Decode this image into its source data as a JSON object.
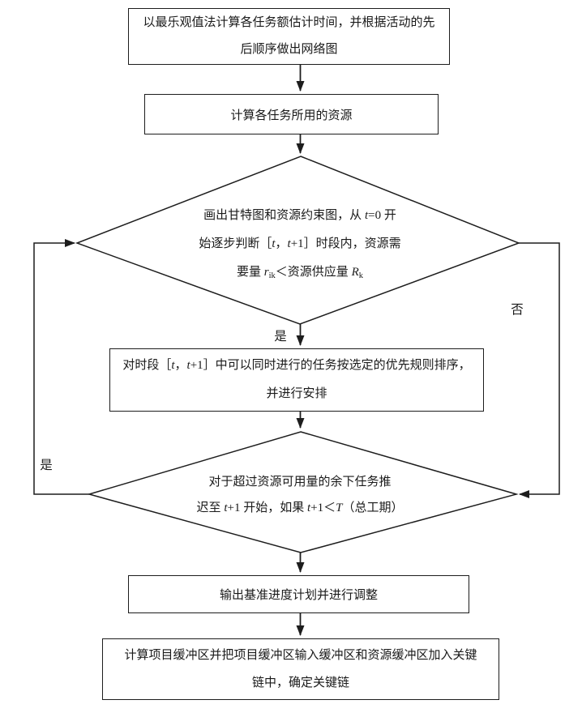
{
  "box1": {
    "line1": "以最乐观值法计算各任务额估计时间，并根据活动的先",
    "line2": "后顺序做出网络图"
  },
  "box2": {
    "line1": "计算各任务所用的资源"
  },
  "diamond1": {
    "line1": [
      {
        "t": "画出甘特图和资源约束图，从 "
      },
      {
        "t": "t",
        "s": "i"
      },
      {
        "t": "=0 开"
      }
    ],
    "line2": [
      {
        "t": "始逐步判断［"
      },
      {
        "t": "t",
        "s": "i"
      },
      {
        "t": "，"
      },
      {
        "t": "t",
        "s": "i"
      },
      {
        "t": "+1］时段内，资源需"
      }
    ],
    "line3": [
      {
        "t": "要量 "
      },
      {
        "t": "r",
        "s": "i"
      },
      {
        "t": "ik",
        "s": "sub"
      },
      {
        "t": "＜资源供应量 "
      },
      {
        "t": "R",
        "s": "i"
      },
      {
        "t": "k",
        "s": "sub"
      }
    ]
  },
  "box3": {
    "line1": [
      {
        "t": "对时段［"
      },
      {
        "t": "t",
        "s": "i"
      },
      {
        "t": "，"
      },
      {
        "t": "t",
        "s": "i"
      },
      {
        "t": "+1］中可以同时进行的任务按选定的优先规则排序，"
      }
    ],
    "line2": [
      {
        "t": "并进行安排"
      }
    ]
  },
  "diamond2": {
    "line1": [
      {
        "t": "对于超过资源可用量的余下任务推"
      }
    ],
    "line2": [
      {
        "t": "迟至 "
      },
      {
        "t": "t",
        "s": "i"
      },
      {
        "t": "+1 开始，如果 "
      },
      {
        "t": "t",
        "s": "i"
      },
      {
        "t": "+1＜"
      },
      {
        "t": "T",
        "s": "i"
      },
      {
        "t": "（总工期）"
      }
    ]
  },
  "box4": {
    "line1": "输出基准进度计划并进行调整"
  },
  "box5": {
    "line1": "计算项目缓冲区并把项目缓冲区输入缓冲区和资源缓冲区加入关键",
    "line2": "链中，确定关键链"
  },
  "labels": {
    "yes_mid": "是",
    "no_right": "否",
    "yes_left": "是"
  },
  "colors": {
    "line": "#1d1d1d",
    "text": "#1a1a1a",
    "background": "#ffffff"
  }
}
